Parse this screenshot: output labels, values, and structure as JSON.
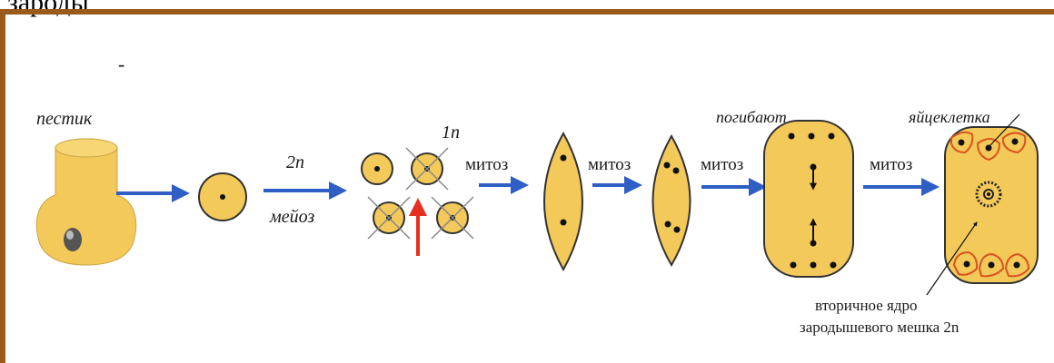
{
  "top_caption": "зароды",
  "stray_mark": "-",
  "labels": {
    "pistil": "пестик",
    "two_n": "2n",
    "meiosis": "мейоз",
    "one_n": "1n",
    "mitosis_1": "митоз",
    "mitosis_2": "митоз",
    "mitosis_3": "митоз",
    "mitosis_4": "митоз",
    "die": "погибают",
    "egg_cell": "яйцеклетка",
    "secondary_nucleus_line1": "вторичное ядро",
    "secondary_nucleus_line2": "зародышевого мешка 2n"
  },
  "colors": {
    "cell_fill": "#f3c95a",
    "cell_stroke": "#333333",
    "arrow_blue": "#2f5fc4",
    "arrow_red": "#e53020",
    "frame": "#9a5a1a",
    "synergid_outline": "#d9531e"
  }
}
